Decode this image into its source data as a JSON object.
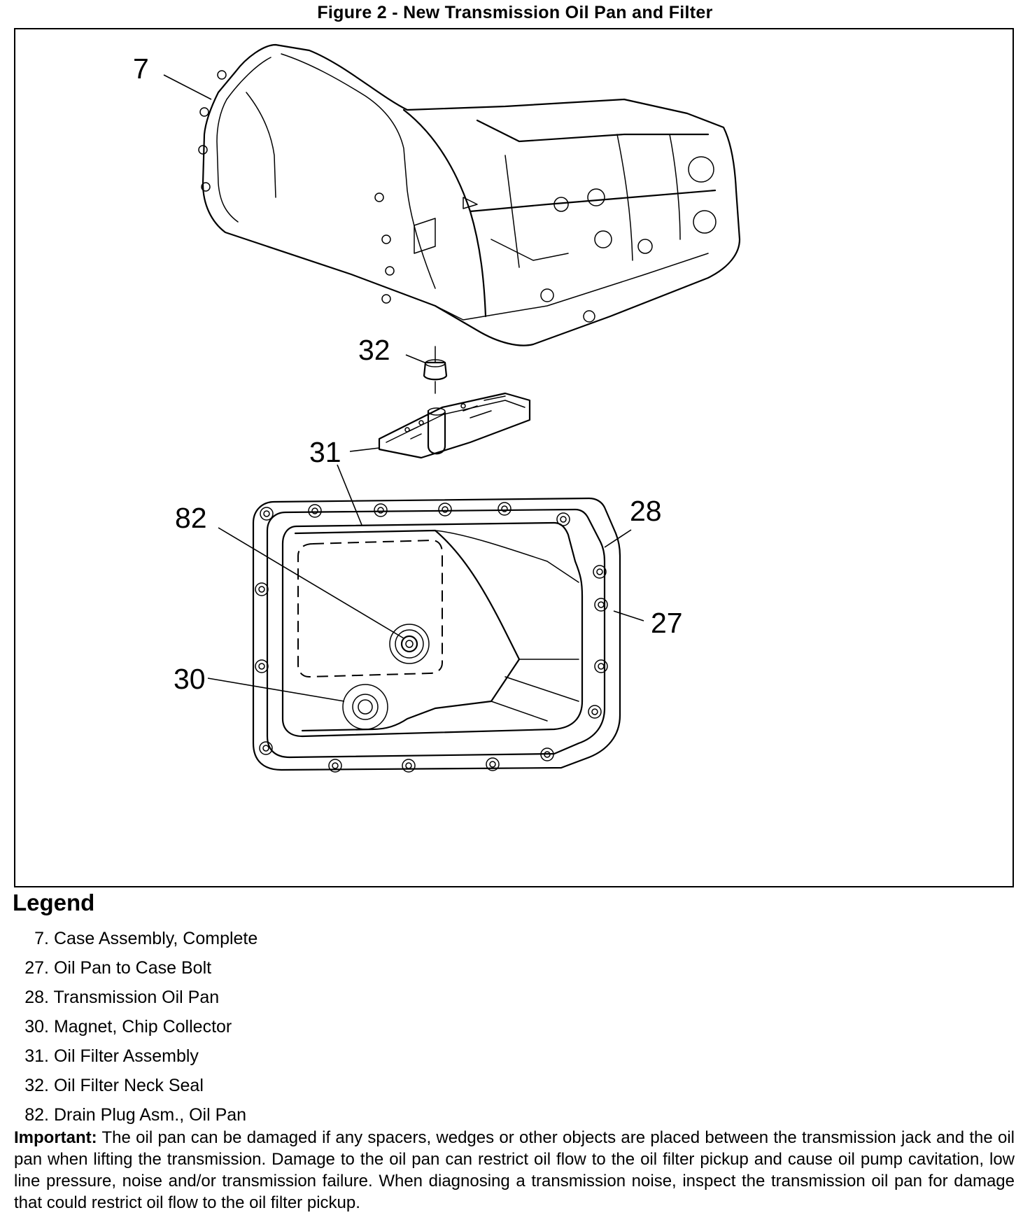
{
  "figure": {
    "title": "Figure 2 - New Transmission Oil Pan and Filter",
    "callouts": {
      "c7": "7",
      "c32": "32",
      "c31": "31",
      "c82": "82",
      "c28": "28",
      "c27": "27",
      "c30": "30"
    }
  },
  "legend": {
    "heading": "Legend",
    "items": [
      {
        "number": "7.",
        "text": "Case Assembly, Complete"
      },
      {
        "number": "27.",
        "text": "Oil Pan to Case Bolt"
      },
      {
        "number": "28.",
        "text": "Transmission Oil Pan"
      },
      {
        "number": "30.",
        "text": "Magnet, Chip Collector"
      },
      {
        "number": "31.",
        "text": "Oil Filter Assembly"
      },
      {
        "number": "32.",
        "text": "Oil Filter Neck Seal"
      },
      {
        "number": "82.",
        "text": "Drain Plug Asm., Oil Pan"
      }
    ]
  },
  "note": {
    "label": "Important:",
    "text": "The oil pan can be damaged if any spacers, wedges or other objects are placed between the transmission jack and the oil pan when lifting the transmission. Damage to the oil pan can restrict oil flow to the oil filter pickup and cause oil pump cavitation, low line pressure, noise and/or transmission failure. When diagnosing a transmission noise, inspect the transmission oil pan for damage that could restrict oil flow to the oil filter pickup."
  }
}
